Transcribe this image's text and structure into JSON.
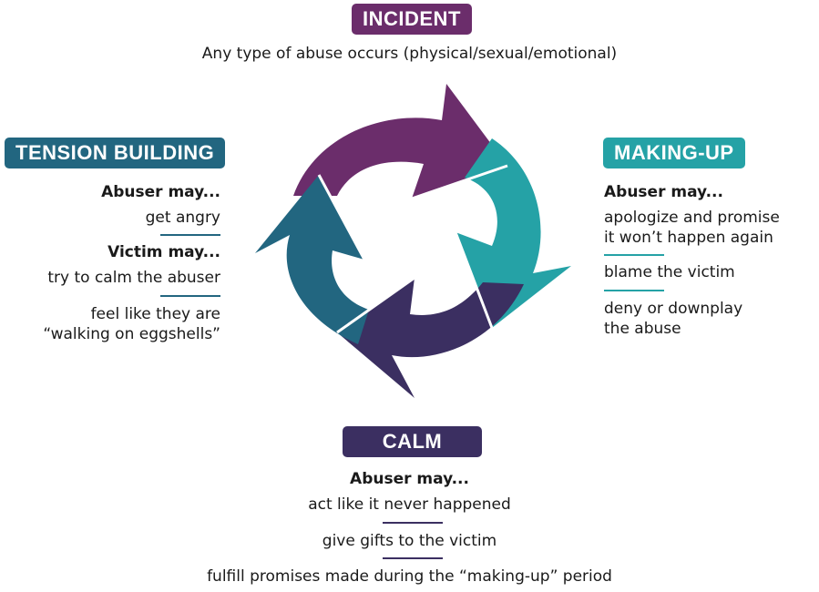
{
  "colors": {
    "incident": "#6b2d6b",
    "making_up": "#25a2a6",
    "calm": "#3b2f61",
    "tension": "#226680"
  },
  "incident": {
    "title": "INCIDENT",
    "description": "Any type of abuse occurs (physical/sexual/emotional)"
  },
  "tension": {
    "title": "TENSION BUILDING",
    "abuser_heading": "Abuser may...",
    "abuser_items": [
      "get angry"
    ],
    "victim_heading": "Victim may...",
    "victim_items": [
      "try to calm the abuser",
      "feel like they are",
      "“walking on eggshells”"
    ]
  },
  "making_up": {
    "title": "MAKING-UP",
    "abuser_heading": "Abuser may...",
    "items": [
      "apologize and promise",
      "it won’t happen again",
      "blame the victim",
      "deny or downplay",
      "the abuse"
    ]
  },
  "calm": {
    "title": "CALM",
    "abuser_heading": "Abuser may...",
    "items": [
      "act like it never happened",
      "give gifts to the victim",
      "fulfill promises made during the “making-up” period"
    ]
  }
}
